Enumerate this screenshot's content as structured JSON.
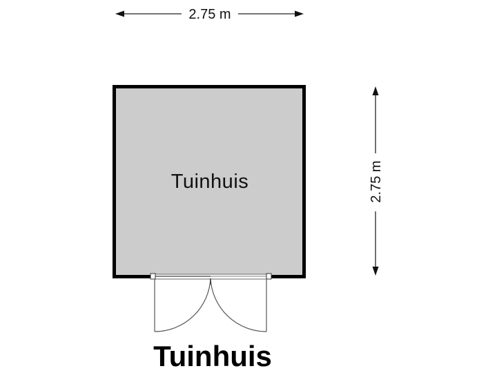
{
  "plan": {
    "title": "Tuinhuis",
    "room": {
      "label": "Tuinhuis",
      "fill_color": "#cccccc",
      "wall_color": "#000000"
    },
    "dimensions": {
      "width_label": "2.75 m",
      "depth_label": "2.75 m"
    },
    "door": {
      "type": "double-door",
      "leaves": 2
    },
    "colors": {
      "background": "#ffffff",
      "dimension_line": "#222222",
      "door_line": "#555555"
    }
  }
}
